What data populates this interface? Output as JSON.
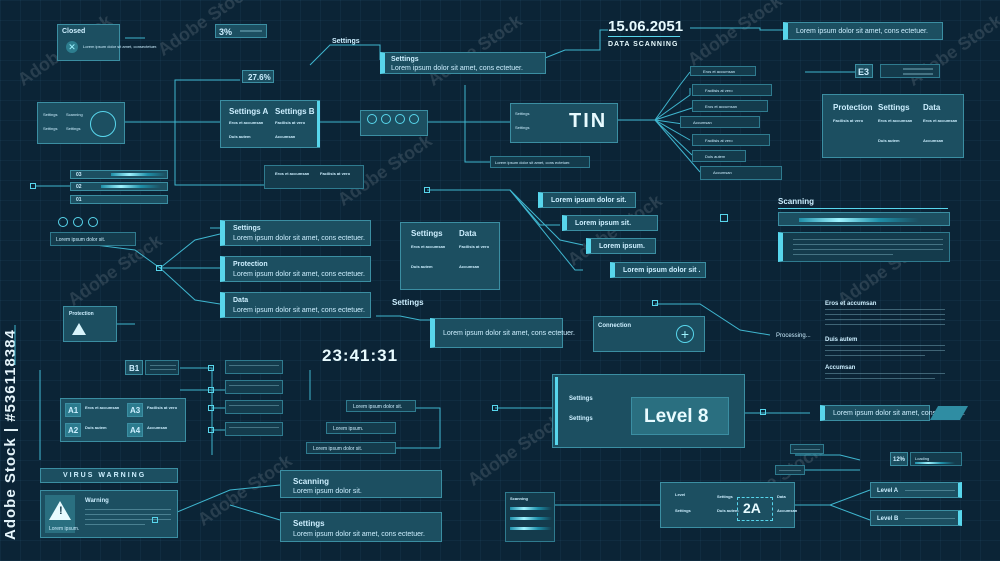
{
  "lorem": "Lorem ipsum dolor sit.",
  "lorem_long": "Lorem ipsum dolor sit amet, cons ectetuer.",
  "lorem_short": "Lorem ipsum.",
  "lorem_sit": "Lorem ipsum sit.",
  "lorem_sit2": "Lorem ipsum dolor sit .",
  "closed": {
    "title": "Closed",
    "body": "Lorem ipsum dolor sit amet, consectetuer."
  },
  "pct3": "3%",
  "pct27": "27.6%",
  "pct12": "12%",
  "date": "15.06.2051",
  "data_scanning": "DATA SCANNING",
  "settings": "Settings",
  "settings_a": "Settings A",
  "settings_b": "Settings B",
  "eros": "Eros et accumsan",
  "facilisis": "Facilisis at vero",
  "duis": "Duis autem",
  "accumsan": "Accumsan",
  "tin": "TIN",
  "e3": "E3",
  "protection": "Protection",
  "data": "Data",
  "scanning": "Scanning",
  "connection": "Connection",
  "processing": "Processing...",
  "time": "23:41:31",
  "b1": "B1",
  "a1": "A1",
  "a2": "A2",
  "a3": "A3",
  "a4": "A4",
  "level8": "Level 8",
  "virus_warning": "VIRUS WARNING",
  "warning": "Warning",
  "level": "Level",
  "badge2a": "2A",
  "level_a": "Level A",
  "level_b": "Level B",
  "loading": "Loading",
  "bars": [
    "03",
    "02",
    "01"
  ],
  "watermark": "Adobe Stock",
  "side_watermark": "Adobe Stock | #536118384",
  "colors": {
    "bg": "#0b2436",
    "panel": "#1c4f61",
    "accent": "#58d6ec",
    "text": "#d8f4fb"
  }
}
